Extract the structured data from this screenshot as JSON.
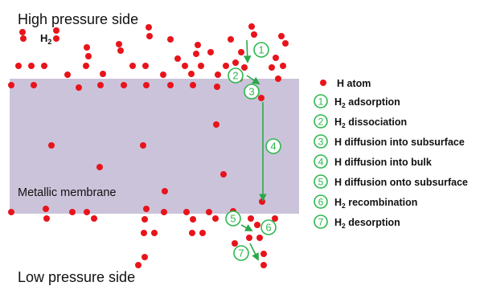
{
  "labels": {
    "high_side": "High pressure side",
    "low_side": "Low pressure side",
    "membrane": "Metallic membrane",
    "h2_molecule": "H",
    "h2_sub": "2"
  },
  "legend": {
    "atom_label": "H atom",
    "items": [
      {
        "num": "1",
        "pre": "H",
        "sub": "2",
        "post": " adsorption"
      },
      {
        "num": "2",
        "pre": "H",
        "sub": "2",
        "post": " dissociation"
      },
      {
        "num": "3",
        "pre": "H diffusion into subsurface",
        "sub": "",
        "post": ""
      },
      {
        "num": "4",
        "pre": "H diffusion into bulk",
        "sub": "",
        "post": ""
      },
      {
        "num": "5",
        "pre": "H diffusion onto subsurface",
        "sub": "",
        "post": ""
      },
      {
        "num": "6",
        "pre": "H",
        "sub": "2",
        "post": " recombination"
      },
      {
        "num": "7",
        "pre": "H",
        "sub": "2",
        "post": " desorption"
      }
    ]
  },
  "step_markers": [
    "1",
    "2",
    "3",
    "4",
    "5",
    "6",
    "7"
  ],
  "colors": {
    "atom": "#e8141b",
    "membrane": "#cbc3da",
    "step": "#2db84f",
    "arrow": "#2aa84a"
  }
}
